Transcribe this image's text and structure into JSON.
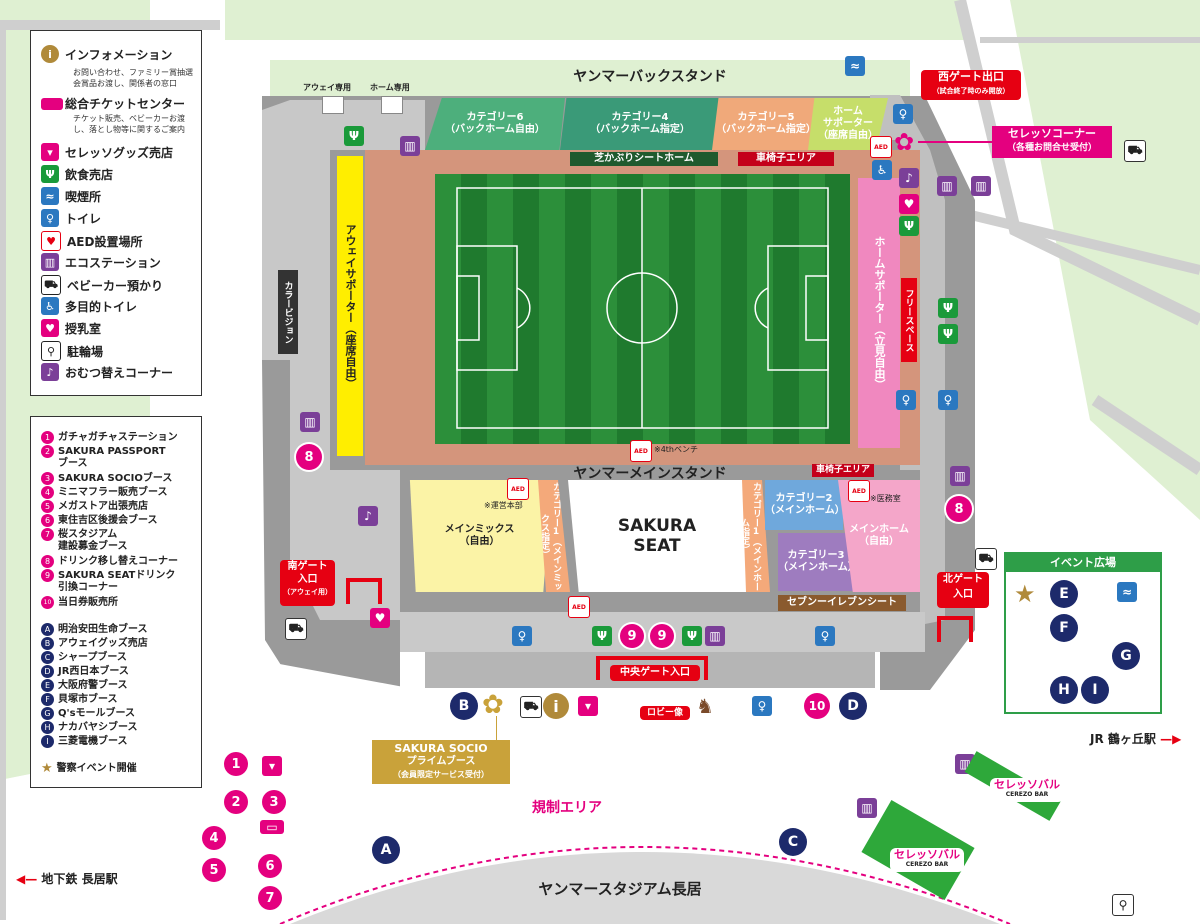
{
  "legend": {
    "items": [
      {
        "icon": "info-icon",
        "label": "インフォメーション",
        "color": "#b08a3a"
      },
      {
        "icon": "ticket-icon",
        "label": "総合チケットセンター",
        "color": "#e4007f"
      },
      {
        "icon": "shirt-icon",
        "label": "セレッソグッズ売店",
        "color": "#e4007f"
      },
      {
        "icon": "food-icon",
        "label": "飲食売店",
        "color": "#1a9a3a"
      },
      {
        "icon": "smoking-icon",
        "label": "喫煙所",
        "color": "#2b78c0"
      },
      {
        "icon": "toilet-icon",
        "label": "トイレ",
        "color": "#2b78c0"
      },
      {
        "icon": "aed-icon",
        "label": "AED設置場所",
        "color": "#e60012"
      },
      {
        "icon": "trash-icon",
        "label": "エコステーション",
        "color": "#7b3f98"
      },
      {
        "icon": "stroller-icon",
        "label": "ベビーカー預かり",
        "color": "#222222"
      },
      {
        "icon": "accessible-toilet-icon",
        "label": "多目的トイレ",
        "color": "#2b78c0"
      },
      {
        "icon": "nursing-icon",
        "label": "授乳室",
        "color": "#e4007f"
      },
      {
        "icon": "bicycle-icon",
        "label": "駐輪場",
        "color": "#222222"
      },
      {
        "icon": "diaper-icon",
        "label": "おむつ替えコーナー",
        "color": "#7b3f98"
      }
    ],
    "info_sub": [
      "お問い合わせ、ファミリー賞抽選",
      "会賞品お渡し、関係者の窓口"
    ],
    "ticket_sub": [
      "チケット販売、ベビーカーお渡",
      "し、落とし物等に関するご案内"
    ]
  },
  "booths": {
    "numbered": [
      {
        "n": "1",
        "label": "ガチャガチャステーション"
      },
      {
        "n": "2",
        "label": "SAKURA PASSPORT"
      },
      {
        "n": "",
        "label": "ブース"
      },
      {
        "n": "3",
        "label": "SAKURA SOCIOブース"
      },
      {
        "n": "4",
        "label": "ミニマフラー販売ブース"
      },
      {
        "n": "5",
        "label": "メガストア出張売店"
      },
      {
        "n": "6",
        "label": "東住吉区後援会ブース"
      },
      {
        "n": "7",
        "label": "桜スタジアム"
      },
      {
        "n": "",
        "label": "建設募金ブース"
      },
      {
        "n": "8",
        "label": "ドリンク移し替えコーナー"
      },
      {
        "n": "9",
        "label": "SAKURA SEATドリンク"
      },
      {
        "n": "",
        "label": "引換コーナー"
      },
      {
        "n": "10",
        "label": "当日券販売所"
      }
    ],
    "lettered": [
      {
        "n": "A",
        "label": "明治安田生命ブース"
      },
      {
        "n": "B",
        "label": "アウェイグッズ売店"
      },
      {
        "n": "C",
        "label": "シャープブース"
      },
      {
        "n": "D",
        "label": "JR西日本ブース"
      },
      {
        "n": "E",
        "label": "大阪府警ブース"
      },
      {
        "n": "F",
        "label": "貝塚市ブース"
      },
      {
        "n": "G",
        "label": "Q'sモールブース"
      },
      {
        "n": "H",
        "label": "ナカバヤシブース"
      },
      {
        "n": "I",
        "label": "三菱電機ブース"
      }
    ],
    "star_label": "警察イベント開催"
  },
  "stadium": {
    "back_stand": "ヤンマーバックスタンド",
    "main_stand": "ヤンマーメインスタンド",
    "away_only": "アウェイ専用",
    "home_only": "ホーム専用",
    "cat6": "カテゴリー6",
    "cat6_sub": "（バックホーム自由）",
    "cat4": "カテゴリー4",
    "cat4_sub": "（バックホーム指定）",
    "cat5": "カテゴリー5",
    "cat5_sub": "（バックホーム指定）",
    "home_sup1": "ホーム",
    "home_sup2": "サポーター",
    "home_sup3": "（座席自由）",
    "shibakaburi": "芝かぶりシートホーム",
    "wheelchair": "車椅子エリア",
    "away_supporter": "アウェイサポーター（座席自由）",
    "home_supporter": "ホームサポーター（立見自由）",
    "free_space": "フリースペース",
    "color_vision": "カラービジョン",
    "fourth_bench": "※4thベンチ",
    "main_mix": "メインミックス",
    "main_mix_sub": "（自由）",
    "cat1_mix": "カテゴリー1（メインミックス指定）",
    "sakura_seat": "SAKURA SEAT",
    "cat1_home": "カテゴリー1（メインホーム指定）",
    "cat2": "カテゴリー2",
    "cat2_sub": "（メインホーム）",
    "cat3": "カテゴリー3",
    "cat3_sub": "（メインホーム）",
    "main_home": "メインホーム",
    "main_home_sub": "（自由）",
    "seven": "セブンーイレブンシート",
    "hq": "※運営本部",
    "medical": "※医務室",
    "wheelchair2": "車椅子エリア"
  },
  "gates": {
    "west1": "西ゲート出口",
    "west2": "（試合終了時のみ開放）",
    "south1": "南ゲート",
    "south2": "入口",
    "south3": "（アウェイ用）",
    "north1": "北ゲート",
    "north2": "入口",
    "central": "中央ゲート入口",
    "cerezo1": "セレッソコーナー",
    "cerezo2": "（各種お問合せ受付）"
  },
  "labels": {
    "event_plaza": "イベント広場",
    "lobby": "ロビー像",
    "socio1": "SAKURA SOCIO",
    "socio2": "プライムブース",
    "socio3": "（会員限定サービス受付）",
    "restricted": "規制エリア",
    "stadium_name": "ヤンマースタジアム長居",
    "subway": "地下鉄 長居駅",
    "jr": "JR 鶴ヶ丘駅",
    "bar": "セレッソバル",
    "bar_sub": "CEREZO BAR",
    "aed": "AED"
  },
  "pins": {
    "p1": "1",
    "p2": "2",
    "p3": "3",
    "p4": "4",
    "p5": "5",
    "p6": "6",
    "p7": "7",
    "p8": "8",
    "p9": "9",
    "p10": "10",
    "A": "A",
    "B": "B",
    "C": "C",
    "D": "D",
    "E": "E",
    "F": "F",
    "G": "G",
    "H": "H",
    "I": "I"
  },
  "colors": {
    "pink": "#e4007f",
    "navy": "#1d2a6b",
    "pitch_dark": "#1f7a2e",
    "pitch_light": "#2c8f3a",
    "track": "#d4957c",
    "concourse": "#b8b8b8",
    "park": "#dff0d2"
  }
}
